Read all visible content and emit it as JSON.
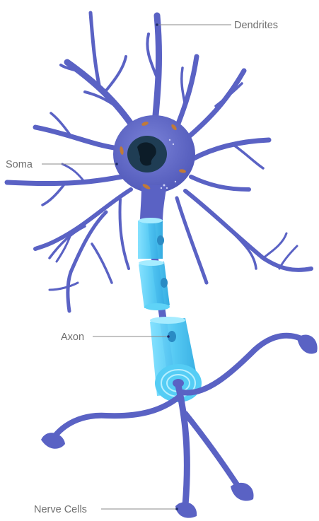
{
  "labels": {
    "dendrites": "Dendrites",
    "soma": "Soma",
    "axon": "Axon",
    "nerve_cells": "Nerve Cells"
  },
  "colors": {
    "neuron": "#5a62c4",
    "neuron_dark": "#474fae",
    "nucleus": "#1f3d54",
    "nucleolus": "#0c1c28",
    "myelin": "#5fd3f7",
    "myelin_light": "#a6ecff",
    "organelle": "#c07a38",
    "label_text": "#6f6f6f",
    "leader_line": "#8a8a8a"
  }
}
